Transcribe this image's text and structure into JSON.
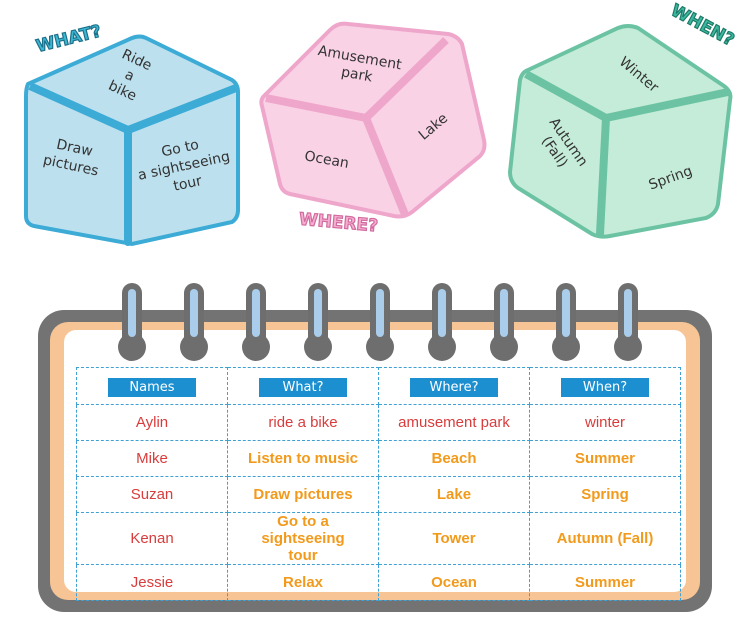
{
  "dice": {
    "what": {
      "heading": "WHAT?",
      "faces": [
        "Ride a bike",
        "Draw pictures",
        "Go to a sightseeing tour"
      ]
    },
    "where": {
      "heading": "WHERE?",
      "faces": [
        "Amusement park",
        "Ocean",
        "Lake"
      ]
    },
    "when": {
      "heading": "WHEN?",
      "faces": [
        "Winter",
        "Autumn (Fall)",
        "Spring"
      ]
    }
  },
  "table": {
    "headers": [
      "Names",
      "What?",
      "Where?",
      "When?"
    ],
    "rows": [
      {
        "name": "Aylin",
        "what": "ride a bike",
        "where": "amusement park",
        "when": "winter"
      },
      {
        "name": "Mike",
        "what": "Listen to music",
        "where": "Beach",
        "when": "Summer"
      },
      {
        "name": "Suzan",
        "what": "Draw pictures",
        "where": "Lake",
        "when": "Spring"
      },
      {
        "name": "Kenan",
        "what": "Go to a sightseeing tour",
        "where": "Tower",
        "when": "Autumn (Fall)"
      },
      {
        "name": "Jessie",
        "what": "Relax",
        "where": "Ocean",
        "when": "Summer"
      }
    ]
  },
  "colors": {
    "what_die": "#bde0ee",
    "what_edge": "#3cabd6",
    "where_die": "#f9d2e6",
    "where_edge": "#efa6cb",
    "when_die": "#c5ecd9",
    "when_edge": "#6cc3a3",
    "header_badge": "#1c8fd0",
    "name_text": "#d93c3c",
    "value_text": "#f29a1c"
  }
}
